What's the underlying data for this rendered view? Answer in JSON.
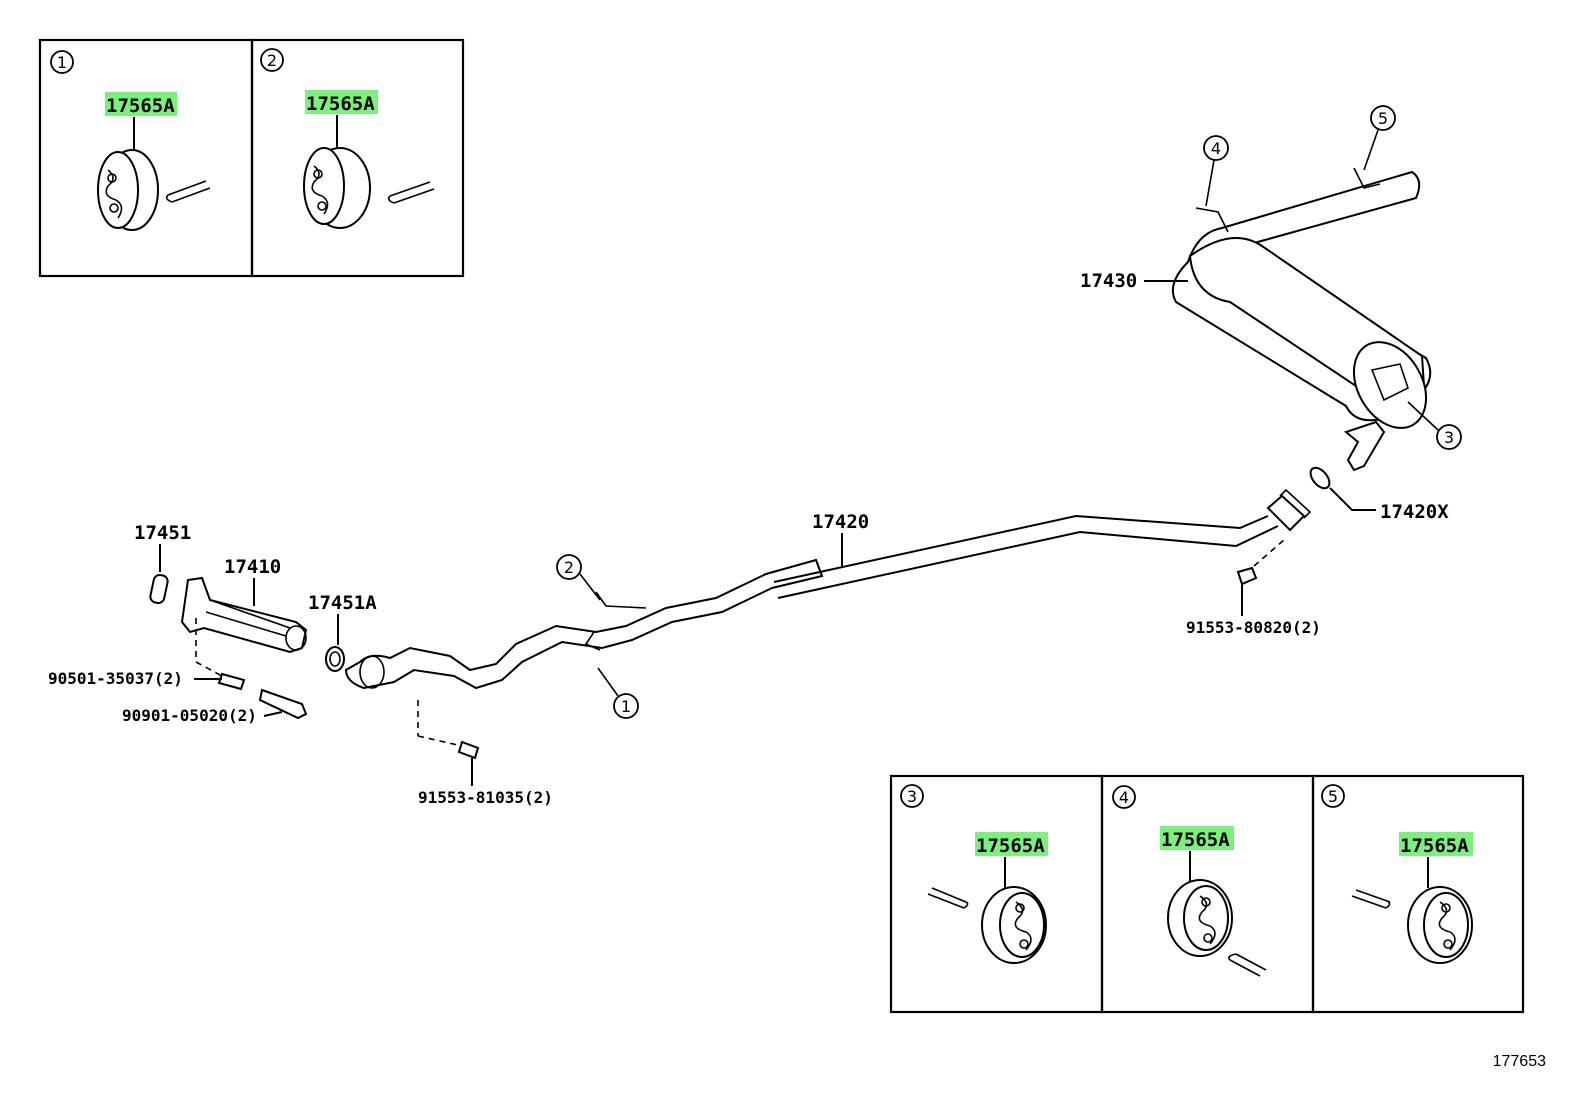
{
  "diagram": {
    "reference_number": "177653",
    "part_numbers": {
      "p17451": "17451",
      "p17410": "17410",
      "p17451A": "17451A",
      "p17420": "17420",
      "p17430": "17430",
      "p17420X": "17420X",
      "p90501": "90501-35037(2)",
      "p90901": "90901-05020(2)",
      "p91553a": "91553-81035(2)",
      "p91553b": "91553-80820(2)"
    },
    "callouts": [
      "1",
      "2",
      "3",
      "4",
      "5"
    ],
    "insets": [
      {
        "callout": "1",
        "part": "17565A"
      },
      {
        "callout": "2",
        "part": "17565A"
      },
      {
        "callout": "3",
        "part": "17565A"
      },
      {
        "callout": "4",
        "part": "17565A"
      },
      {
        "callout": "5",
        "part": "17565A"
      }
    ],
    "colors": {
      "highlight": "#7cf07c",
      "line": "#000000",
      "background": "#ffffff"
    }
  }
}
